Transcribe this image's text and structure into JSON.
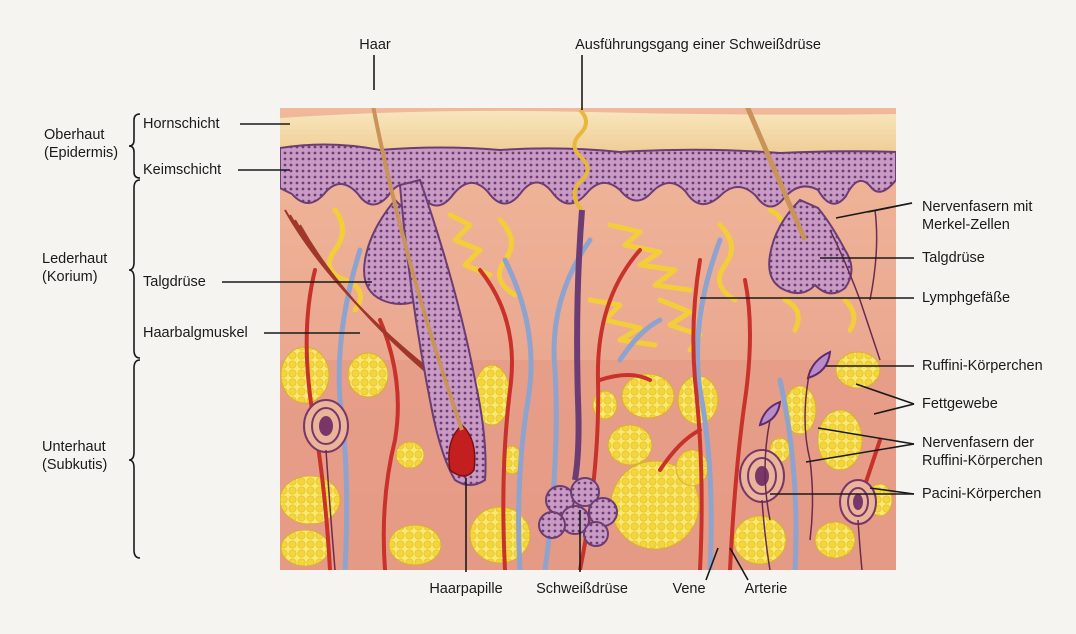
{
  "labels": {
    "haar": "Haar",
    "ausfuehrungsgang": "Ausführungsgang einer Schweißdrüse",
    "oberhaut": "Oberhaut\n(Epidermis)",
    "hornschicht": "Hornschicht",
    "keimschicht": "Keimschicht",
    "lederhaut": "Lederhaut\n(Korium)",
    "talgdruese_left": "Talgdrüse",
    "haarbalgmuskel": "Haarbalgmuskel",
    "unterhaut": "Unterhaut\n(Subkutis)",
    "nervenfasern_merkel": "Nervenfasern mit\nMerkel-Zellen",
    "talgdruese_right": "Talgdrüse",
    "lymphgefaesse": "Lymphgefäße",
    "ruffini": "Ruffini-Körperchen",
    "fettgewebe": "Fettgewebe",
    "nervenfasern_ruffini": "Nervenfasern der\nRuffini-Körperchen",
    "pacini": "Pacini-Körperchen",
    "haarpapille": "Haarpapille",
    "schweissdruese": "Schweißdrüse",
    "vene": "Vene",
    "arterie": "Arterie"
  },
  "colors": {
    "background": "#f6f4f0",
    "hornschicht": "#f3d9a4",
    "keimschicht": "#9b6aa6",
    "dermis": "#eaa48c",
    "subcutis": "#e79a85",
    "fat": "#f6e257",
    "artery": "#c8322b",
    "vein": "#8fa3cf",
    "nerve": "#6a2b4e",
    "hair": "#c9935a"
  }
}
